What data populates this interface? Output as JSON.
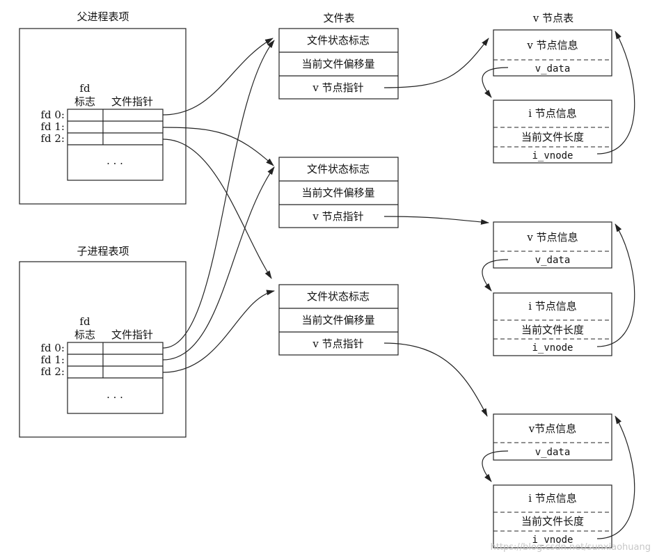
{
  "process_tables": [
    {
      "title": "父进程表项",
      "col_flag_1": "fd",
      "col_flag_2": "标志",
      "col_ptr": "文件指针",
      "rows": [
        "fd 0:",
        "fd 1:",
        "fd 2:"
      ],
      "ellipsis": "· · ·"
    },
    {
      "title": "子进程表项",
      "col_flag_1": "fd",
      "col_flag_2": "标志",
      "col_ptr": "文件指针",
      "rows": [
        "fd 0:",
        "fd 1:",
        "fd 2:"
      ],
      "ellipsis": "· · ·"
    }
  ],
  "file_table": {
    "title": "文件表",
    "entries": [
      {
        "status": "文件状态标志",
        "offset": "当前文件偏移量",
        "vptr": "v 节点指针"
      },
      {
        "status": "文件状态标志",
        "offset": "当前文件偏移量",
        "vptr": "v 节点指针"
      },
      {
        "status": "文件状态标志",
        "offset": "当前文件偏移量",
        "vptr": "v 节点指针"
      }
    ]
  },
  "vnode_table": {
    "title": "v 节点表",
    "entries": [
      {
        "vinfo": "v 节点信息",
        "vdata": "v_data",
        "iinfo": "i 节点信息",
        "len": "当前文件长度",
        "ivnode": "i_vnode"
      },
      {
        "vinfo": "v 节点信息",
        "vdata": "v_data",
        "iinfo": "i 节点信息",
        "len": "当前文件长度",
        "ivnode": "i_vnode"
      },
      {
        "vinfo": "v节点信息",
        "vdata": "v_data",
        "iinfo": "i 节点信息",
        "len": "当前文件长度",
        "ivnode": "i_vnode"
      }
    ]
  },
  "watermark": "https://blog.csdn.net/sunxiaohuang"
}
